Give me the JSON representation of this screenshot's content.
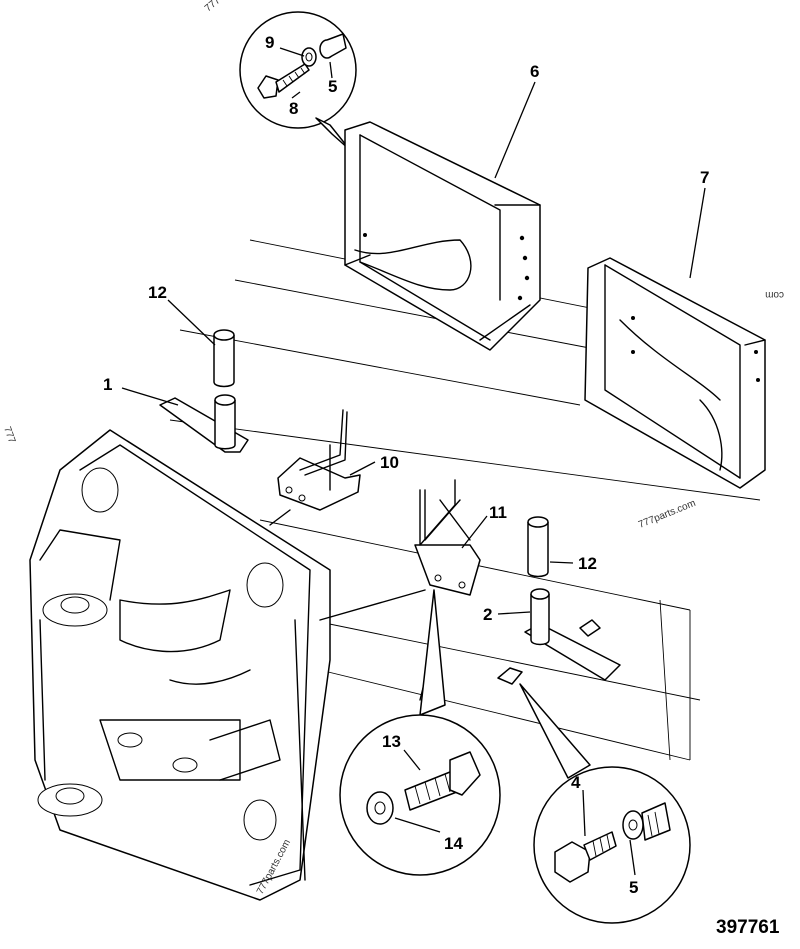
{
  "callouts": {
    "c1": "1",
    "c2": "2",
    "c4": "4",
    "c5a": "5",
    "c5b": "5",
    "c6": "6",
    "c7": "7",
    "c8": "8",
    "c9": "9",
    "c10": "10",
    "c11": "11",
    "c12a": "12",
    "c12b": "12",
    "c13": "13",
    "c14": "14"
  },
  "figure_number": "397761",
  "watermarks": {
    "w1": "777parts.com",
    "w2": "777parts.com",
    "w3": "com",
    "w4": "777",
    "w5": "777"
  }
}
